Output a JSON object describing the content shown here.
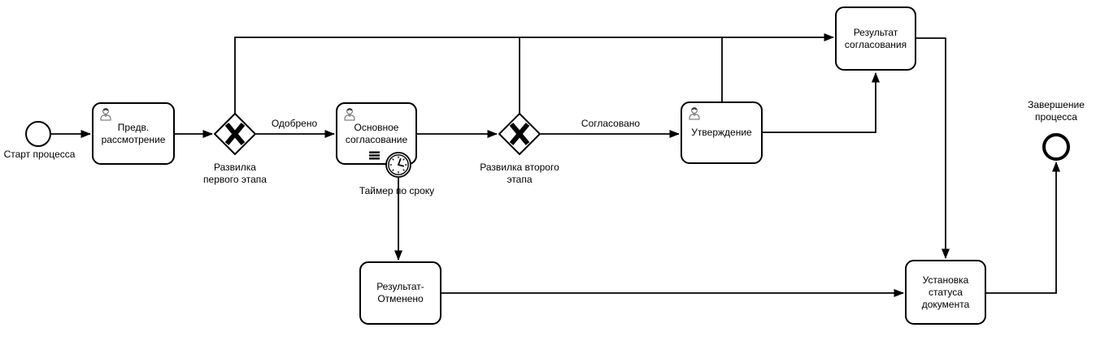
{
  "diagram": {
    "colors": {
      "line": "#000000",
      "fill": "#ffffff",
      "icon_gray": "#666666"
    },
    "icons": {
      "user": "user-icon",
      "timer": "timer-clock-icon",
      "sequential_marker": "sequential-multi-instance-icon",
      "gateway_x": "exclusive-gateway-x-icon"
    },
    "nodes": {
      "start_event": {
        "type": "start-event",
        "label": "Старт процесса"
      },
      "preliminary_review": {
        "type": "user-task",
        "label": "Предв.\nрассмотрение"
      },
      "first_gateway": {
        "type": "exclusive-gateway",
        "label": "Развилка\nпервого этапа"
      },
      "main_approval": {
        "type": "user-task",
        "label": "Основное\nсогласование"
      },
      "timer": {
        "type": "timer-boundary-event",
        "label": "Таймер по сроку"
      },
      "second_gateway": {
        "type": "exclusive-gateway",
        "label": "Развилка второго\nэтапа"
      },
      "approval": {
        "type": "user-task",
        "label": "Утверждение"
      },
      "approval_result": {
        "type": "task",
        "label": "Результат\nсогласования"
      },
      "result_cancelled": {
        "type": "task",
        "label": "Результат-\nОтменено"
      },
      "set_document_status": {
        "type": "task",
        "label": "Установка\nстатуса\nдокумента"
      },
      "end_event": {
        "type": "end-event",
        "label": "Завершение\nпроцесса"
      }
    },
    "edges": {
      "approved_label": "Одобрено",
      "agreed_label": "Согласовано"
    }
  }
}
